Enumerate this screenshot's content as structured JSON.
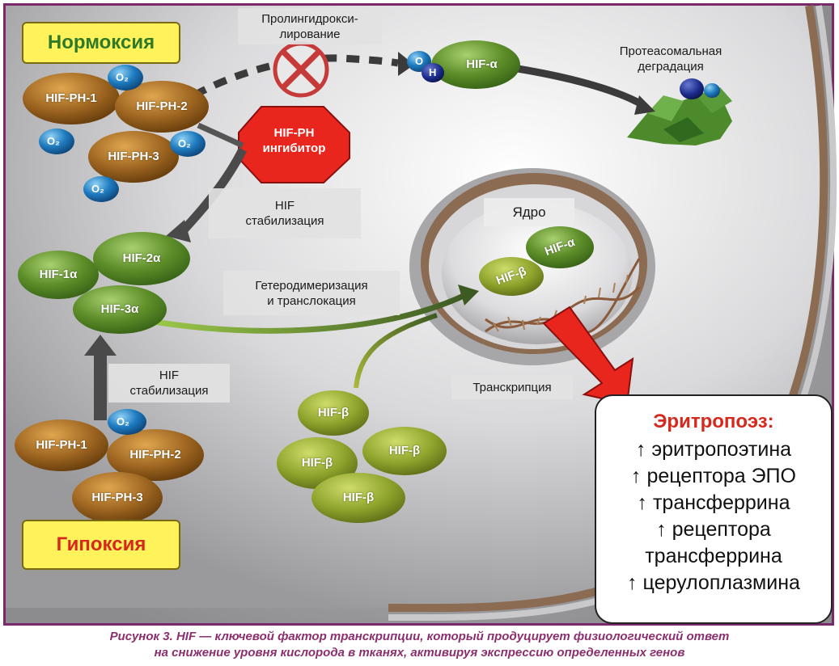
{
  "states": {
    "normoxia": "Нормоксия",
    "hypoxia": "Гипоксия"
  },
  "labels": {
    "prolyl_hydroxylation": [
      "Пролингидрокси-",
      "лирование"
    ],
    "proteasomal_degradation": [
      "Протеасомальная",
      "деградация"
    ],
    "hif_stabilization_top": [
      "HIF",
      "стабилизация"
    ],
    "hif_stabilization_bottom": [
      "HIF",
      "стабилизация"
    ],
    "heterodimerization": [
      "Гетеродимеризация",
      "и транслокация"
    ],
    "nucleus": "Ядро",
    "transcription": "Транскрипция",
    "inhibitor": [
      "HIF-PH",
      "ингибитор"
    ]
  },
  "proteins": {
    "normoxia_ph": [
      "HIF-PH-1",
      "HIF-PH-2",
      "HIF-PH-3"
    ],
    "hypoxia_ph": [
      "HIF-PH-1",
      "HIF-PH-2",
      "HIF-PH-3"
    ],
    "hif_alpha_family": [
      "HIF-1α",
      "HIF-2α",
      "HIF-3α"
    ],
    "hif_alpha": "HIF-α",
    "hif_beta": "HIF-β",
    "oxygen": "O₂",
    "oh_o": "O",
    "oh_h": "H"
  },
  "result": {
    "title": "Эритропоэз:",
    "items": [
      "↑ эритропоэтина",
      "↑ рецептора ЭПО",
      "↑ трансферрина",
      "↑ рецептора",
      "трансферрина",
      "↑ церулоплазмина"
    ]
  },
  "caption": [
    "Рисунок 3. HIF — ключевой фактор транскрипции, который продуцирует физиологический ответ",
    "на снижение уровня кислорода в тканях, активируя экспрессию определенных генов"
  ],
  "colors": {
    "frame": "#7a2a6a",
    "caption": "#8b2f6e",
    "result_title": "#d7281e",
    "state_box": "#fff25a",
    "inhibitor": "#e8261d",
    "green_protein": "#5f8f2a",
    "brown_protein": "#9c6420",
    "oxygen": "#1f7cc0"
  }
}
